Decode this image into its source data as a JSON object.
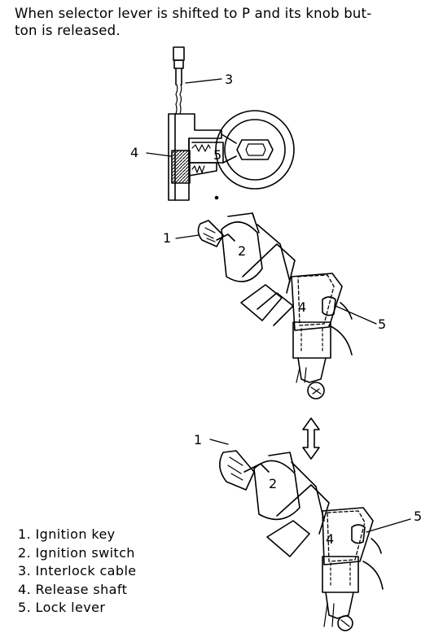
{
  "caption": {
    "line1": "When selector lever is shifted to P and its knob but-",
    "line2": "ton is released."
  },
  "callouts": {
    "c1": "1",
    "c2": "2",
    "c3": "3",
    "c4": "4",
    "c5": "5"
  },
  "legend": {
    "items": [
      "1. Ignition key",
      "2. Ignition switch",
      "3. Interlock cable",
      "4. Release shaft",
      "5. Lock lever"
    ]
  }
}
